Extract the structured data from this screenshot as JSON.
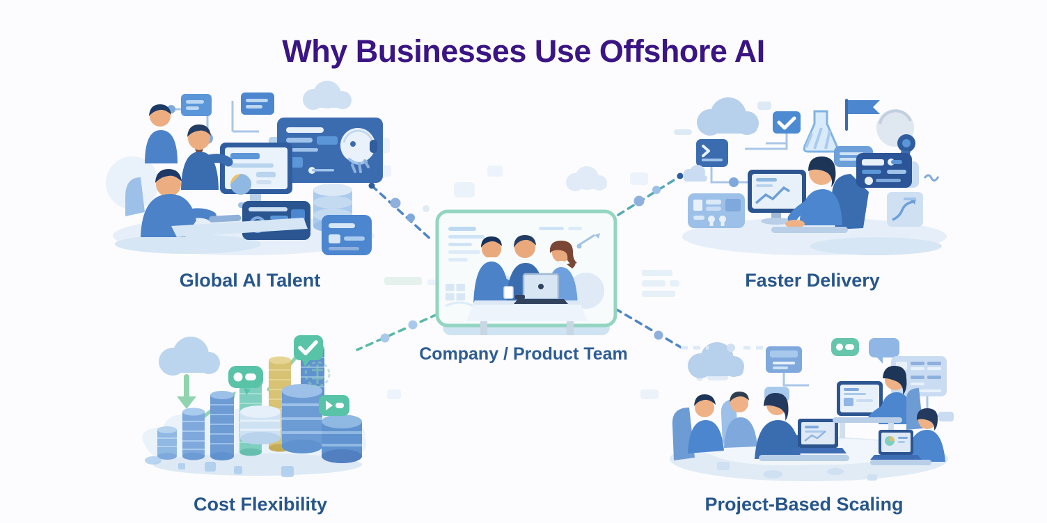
{
  "title": "Why Businesses Use Offshore AI",
  "center": {
    "label": "Company / Product Team"
  },
  "nodes": [
    {
      "id": "global-ai-talent",
      "label": "Global AI Talent",
      "position": "top-left"
    },
    {
      "id": "faster-delivery",
      "label": "Faster Delivery",
      "position": "top-right"
    },
    {
      "id": "cost-flexibility",
      "label": "Cost Flexibility",
      "position": "bottom-left"
    },
    {
      "id": "project-based-scaling",
      "label": "Project-Based Scaling",
      "position": "bottom-right"
    }
  ],
  "colors": {
    "background": "#fcfcfe",
    "title_text": "#3a1583",
    "label_text": "#27568b",
    "accent_blue": "#4c86cf",
    "dark_blue": "#2b5596",
    "light_blue": "#b8d4ee",
    "accent_teal": "#59c3a8",
    "panel_border": "#93d5c0",
    "connector_blue": "#4f86c6",
    "coin_gold": "#d8c273",
    "skin": "#ecae80",
    "hair_navy": "#1d3a66"
  },
  "icons": {
    "global_ai_talent": [
      "cloud-icon",
      "flowchart-icon",
      "ai-dashboard-panel",
      "robot-head-icon",
      "monitor-dashboard-icon",
      "analytics-panel-icon",
      "database-stack-icon",
      "code-card-icon",
      "team-of-three-people"
    ],
    "faster_delivery": [
      "cloud-icon",
      "checkbox-check-icon",
      "flask-icon",
      "flag-icon",
      "robot-award-icon",
      "chat-bubble-icon",
      "terminal-card-icon",
      "keys-card-icon",
      "person-at-monitor",
      "dashboard-card-icon",
      "trend-chart-card-icon"
    ],
    "cost_flexibility": [
      "cloud-icon",
      "down-arrow-icon",
      "coin-stacks-icon",
      "growth-arrow-icon",
      "check-badge-icon",
      "toggle-badge-icon",
      "play-badge-icon",
      "brain-icon"
    ],
    "project_based_scaling": [
      "cloud-icon",
      "mail-card-icon",
      "toggle-badge-icon",
      "chat-bubble-icon",
      "grid-panel-icon",
      "flowchart-nodes-icon",
      "team-of-five-people",
      "laptop-icon",
      "monitor-icon"
    ],
    "center": [
      "team-meeting-illustration",
      "laptop-icon",
      "coffee-cup-icon"
    ]
  }
}
